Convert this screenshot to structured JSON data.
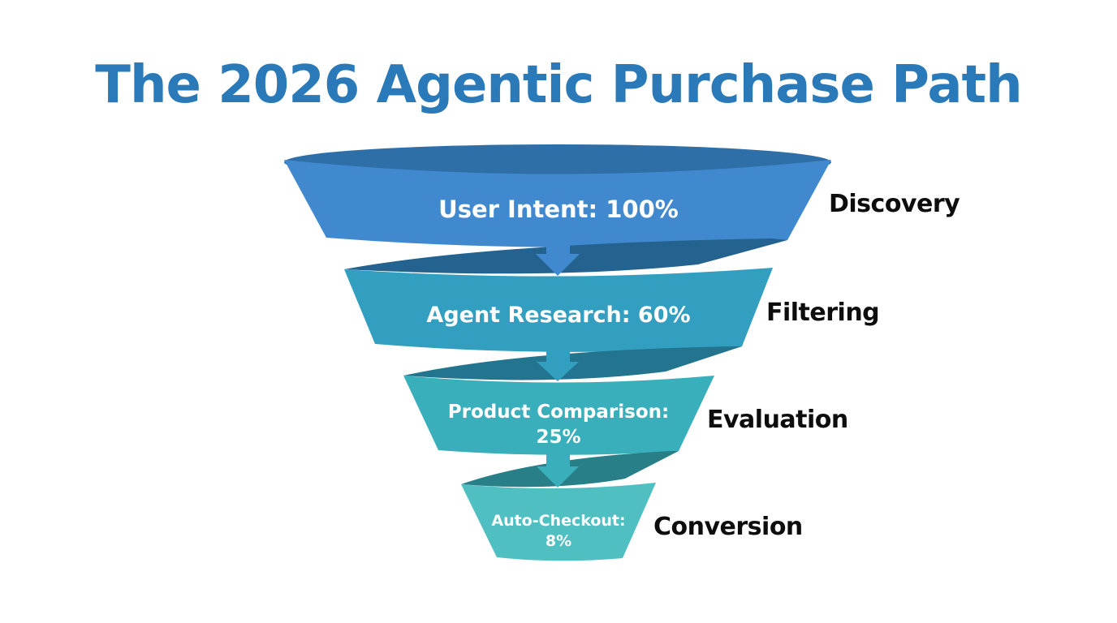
{
  "header": {
    "title": "The 2026 Agentic Purchase Path"
  },
  "colors": {
    "title": "#2a7ab9",
    "stage_1": "#4189cf",
    "stage_1_dark": "#2a6aa3",
    "stage_2": "#339fc0",
    "stage_2_dark": "#236e93",
    "stage_3": "#38afba",
    "stage_3_dark": "#277f8a",
    "stage_4": "#4fbfc1",
    "stage_4_dark": "#2f8f92",
    "phase_text": "#0d0d0d"
  },
  "stages": [
    {
      "name": "User Intent",
      "value": "100%",
      "label_lines": [
        "User Intent: 100%"
      ],
      "phase": "Discovery"
    },
    {
      "name": "Agent Research",
      "value": "60%",
      "label_lines": [
        "Agent Research: 60%"
      ],
      "phase": "Filtering"
    },
    {
      "name": "Product Comparison",
      "value": "25%",
      "label_lines": [
        "Product Comparison:",
        "25%"
      ],
      "phase": "Evaluation"
    },
    {
      "name": "Auto-Checkout",
      "value": "8%",
      "label_lines": [
        "Auto-Checkout:",
        "8%"
      ],
      "phase": "Conversion"
    }
  ],
  "chart_data": {
    "type": "funnel",
    "title": "The 2026 Agentic Purchase Path",
    "categories": [
      "User Intent",
      "Agent Research",
      "Product Comparison",
      "Auto-Checkout"
    ],
    "values": [
      100,
      60,
      25,
      8
    ],
    "unit": "%",
    "phases": [
      "Discovery",
      "Filtering",
      "Evaluation",
      "Conversion"
    ],
    "annotations": [
      "Down arrows connect each stage to the next"
    ]
  }
}
